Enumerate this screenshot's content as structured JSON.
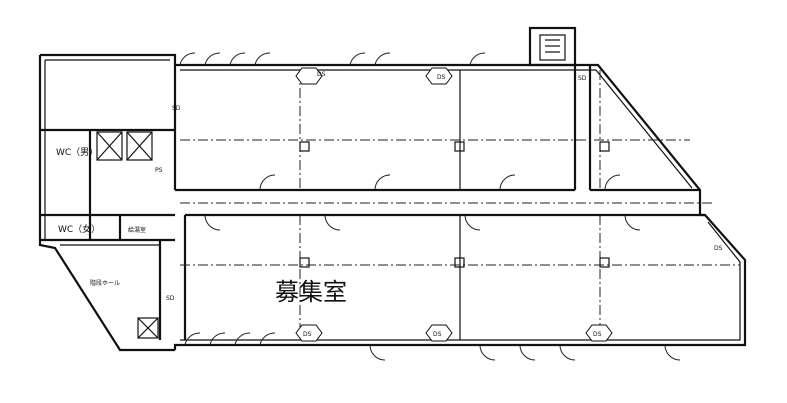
{
  "plan": {
    "main_room_label": "募集室",
    "wc_men": "WC（男）",
    "wc_women": "WC（女）",
    "kitchenette": "給湯室",
    "stair_hall": "階段ホール",
    "sd_label": "SD",
    "ds_label": "DS",
    "ps_label": "PS"
  }
}
